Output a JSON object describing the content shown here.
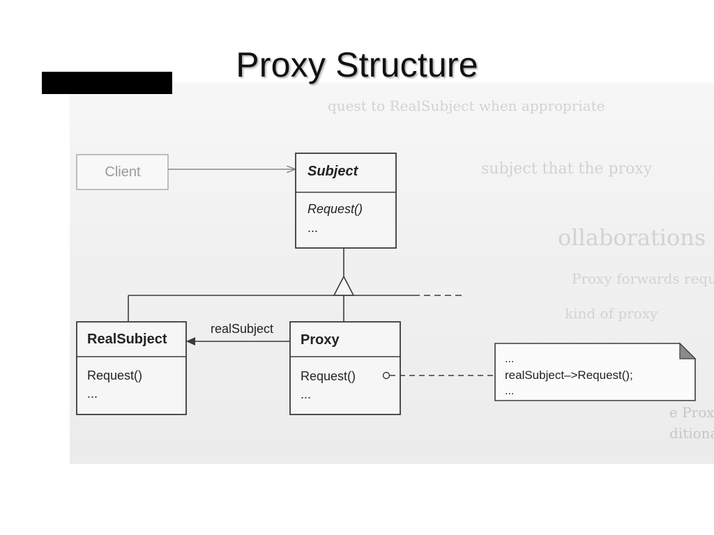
{
  "slide": {
    "title": "Proxy Structure"
  },
  "diagram": {
    "client": {
      "label": "Client"
    },
    "subject": {
      "name": "Subject",
      "operation": "Request()",
      "more": "..."
    },
    "real_subject": {
      "name": "RealSubject",
      "operation": "Request()",
      "more": "..."
    },
    "proxy": {
      "name": "Proxy",
      "operation": "Request()",
      "more": "..."
    },
    "association_label": "realSubject",
    "note": {
      "line1": "...",
      "line2": "realSubject–>Request();",
      "line3": "..."
    }
  },
  "colors": {
    "line": "#3a3a3a",
    "client_border": "#aaaaaa",
    "client_text": "#999999",
    "note_corner": "#8a8a8a"
  }
}
